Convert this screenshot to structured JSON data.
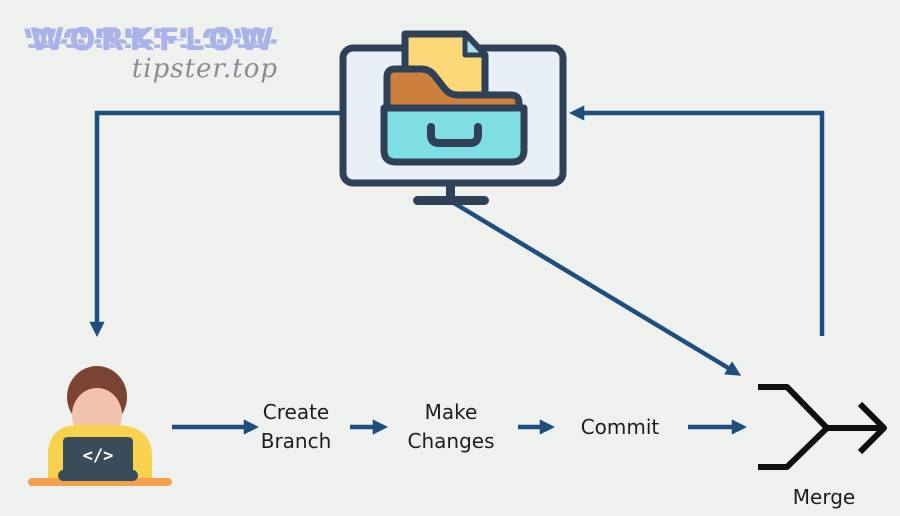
{
  "logo": {
    "title": "WORKFLOW",
    "subtitle": "tipster.top"
  },
  "flow": {
    "steps": [
      {
        "label": "Create\nBranch"
      },
      {
        "label": "Make\nChanges"
      },
      {
        "label": "Commit"
      },
      {
        "label": "Merge"
      }
    ]
  },
  "icons": {
    "repository": "monitor-with-archive-folder-icon",
    "developer": "developer-at-laptop-icon",
    "merge": "merge-branches-arrow-icon",
    "laptop_code_glyph": "</>"
  },
  "colors": {
    "background": "#eff1ee",
    "arrow-blue": "#1d4e7d",
    "logo-lavender": "#a9b3e8",
    "subtitle-gray": "#878c98",
    "label-text": "#1d1d1d",
    "merge-black": "#101010",
    "icon-outline": "#2e4157",
    "screen-fill": "#e8eff6",
    "doc-yellow": "#fcd878",
    "doc-fold-blue": "#ace0ed",
    "folder-orange": "#cd7f3e",
    "drawer-teal": "#7fdee4",
    "hair-brown": "#7b4331",
    "skin-peach": "#f3c4ad",
    "shirt-yellow": "#f6d24f",
    "laptop-slate": "#3a4c59",
    "desk-orange": "#f2a04e"
  }
}
